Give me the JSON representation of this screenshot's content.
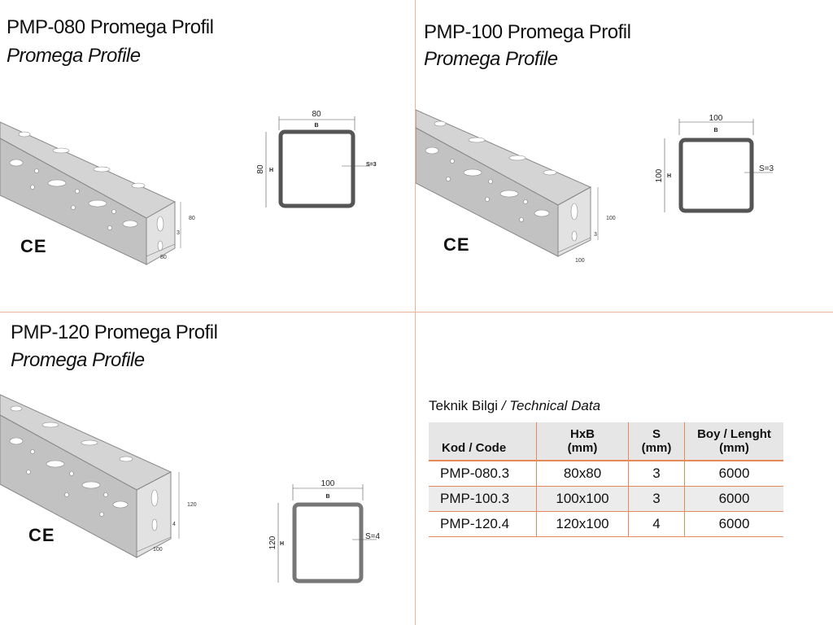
{
  "panels": [
    {
      "title": "PMP-080 Promega Profil",
      "subtitle": "Promega Profile",
      "profile_dims": {
        "width": "80",
        "height": "80",
        "thickness": "3"
      },
      "section": {
        "width_value": "80",
        "width_letter": "B",
        "height_value": "80",
        "height_letter": "H",
        "thickness_label": "S=3"
      }
    },
    {
      "title": "PMP-100 Promega Profil",
      "subtitle": "Promega Profile",
      "profile_dims": {
        "width": "100",
        "height": "100",
        "thickness": "3"
      },
      "section": {
        "width_value": "100",
        "width_letter": "B",
        "height_value": "100",
        "height_letter": "H",
        "thickness_label": "S=3"
      }
    },
    {
      "title": "PMP-120 Promega Profil",
      "subtitle": "Promega Profile",
      "profile_dims": {
        "width": "100",
        "height": "120",
        "thickness": "4"
      },
      "section": {
        "width_value": "100",
        "width_letter": "B",
        "height_value": "120",
        "height_letter": "H",
        "thickness_label": "S=4"
      }
    }
  ],
  "ce_mark": "CE",
  "technical": {
    "heading": "Teknik Bilgi",
    "heading_en": "/ Technical Data",
    "columns": [
      {
        "line1": "Kod / Code",
        "line2": ""
      },
      {
        "line1": "HxB",
        "line2": "(mm)"
      },
      {
        "line1": "S",
        "line2": "(mm)"
      },
      {
        "line1": "Boy / Lenght",
        "line2": "(mm)"
      }
    ],
    "rows": [
      [
        "PMP-080.3",
        "80x80",
        "3",
        "6000"
      ],
      [
        "PMP-100.3",
        "100x100",
        "3",
        "6000"
      ],
      [
        "PMP-120.4",
        "120x100",
        "4",
        "6000"
      ]
    ]
  },
  "colors": {
    "accent": "#e8895a",
    "profile_metal": "#c9c9c9",
    "section_outline": "#555555"
  }
}
